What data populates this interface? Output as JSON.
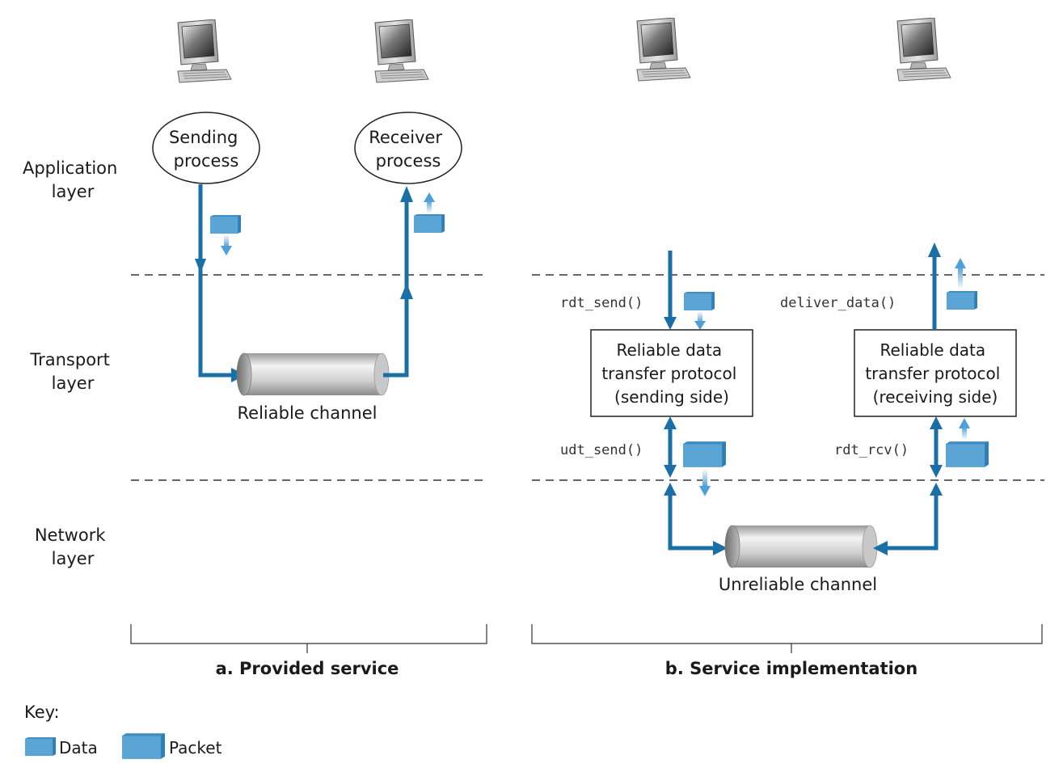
{
  "layers": {
    "application": [
      "Application",
      "layer"
    ],
    "transport": [
      "Transport",
      "layer"
    ],
    "network": [
      "Network",
      "layer"
    ]
  },
  "panel_a": {
    "sender": [
      "Sending",
      "process"
    ],
    "receiver": [
      "Receiver",
      "process"
    ],
    "channel": "Reliable channel",
    "caption": "a. Provided service"
  },
  "panel_b": {
    "rdt_send": "rdt_send()",
    "deliver_data": "deliver_data()",
    "udt_send": "udt_send()",
    "rdt_rcv": "rdt_rcv()",
    "sender_box": [
      "Reliable data",
      "transfer protocol",
      "(sending side)"
    ],
    "receiver_box": [
      "Reliable data",
      "transfer protocol",
      "(receiving side)"
    ],
    "channel": "Unreliable channel",
    "caption": "b. Service implementation"
  },
  "key": {
    "title": "Key:",
    "data": "Data",
    "packet": "Packet"
  },
  "colors": {
    "flow": "#1a6fa6",
    "data_block": "#5aa5d6",
    "data_block_dark": "#2f7fb5",
    "arrow_light": "#6aaee0"
  },
  "icons": [
    "computer-icon",
    "pipe-icon",
    "data-icon",
    "packet-icon"
  ]
}
